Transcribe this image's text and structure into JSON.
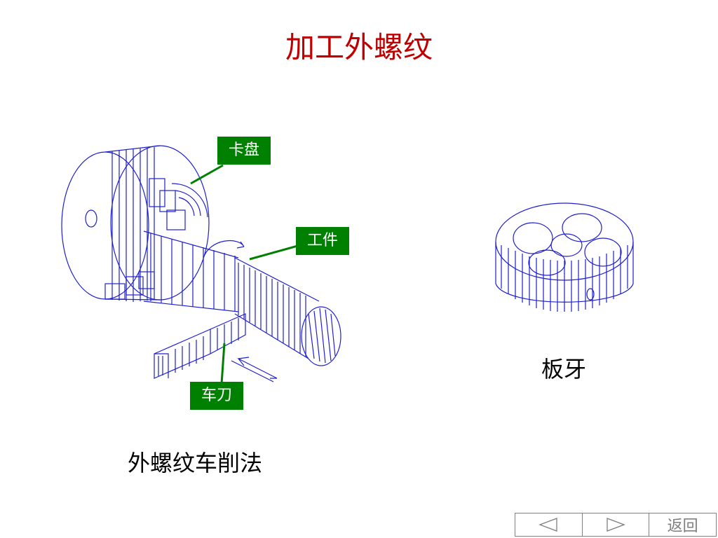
{
  "title": "加工外螺纹",
  "labels": {
    "chuck": "卡盘",
    "workpiece": "工件",
    "tool": "车刀"
  },
  "captions": {
    "lathe": "外螺纹车削法",
    "die": "板牙"
  },
  "nav": {
    "prev_icon": "triangle-left-icon",
    "next_icon": "triangle-right-icon",
    "back_label": "返回"
  },
  "colors": {
    "title": "#c00000",
    "drawing": "#1f1fd0",
    "label_bg": "#008000",
    "label_text": "#ffffff"
  }
}
